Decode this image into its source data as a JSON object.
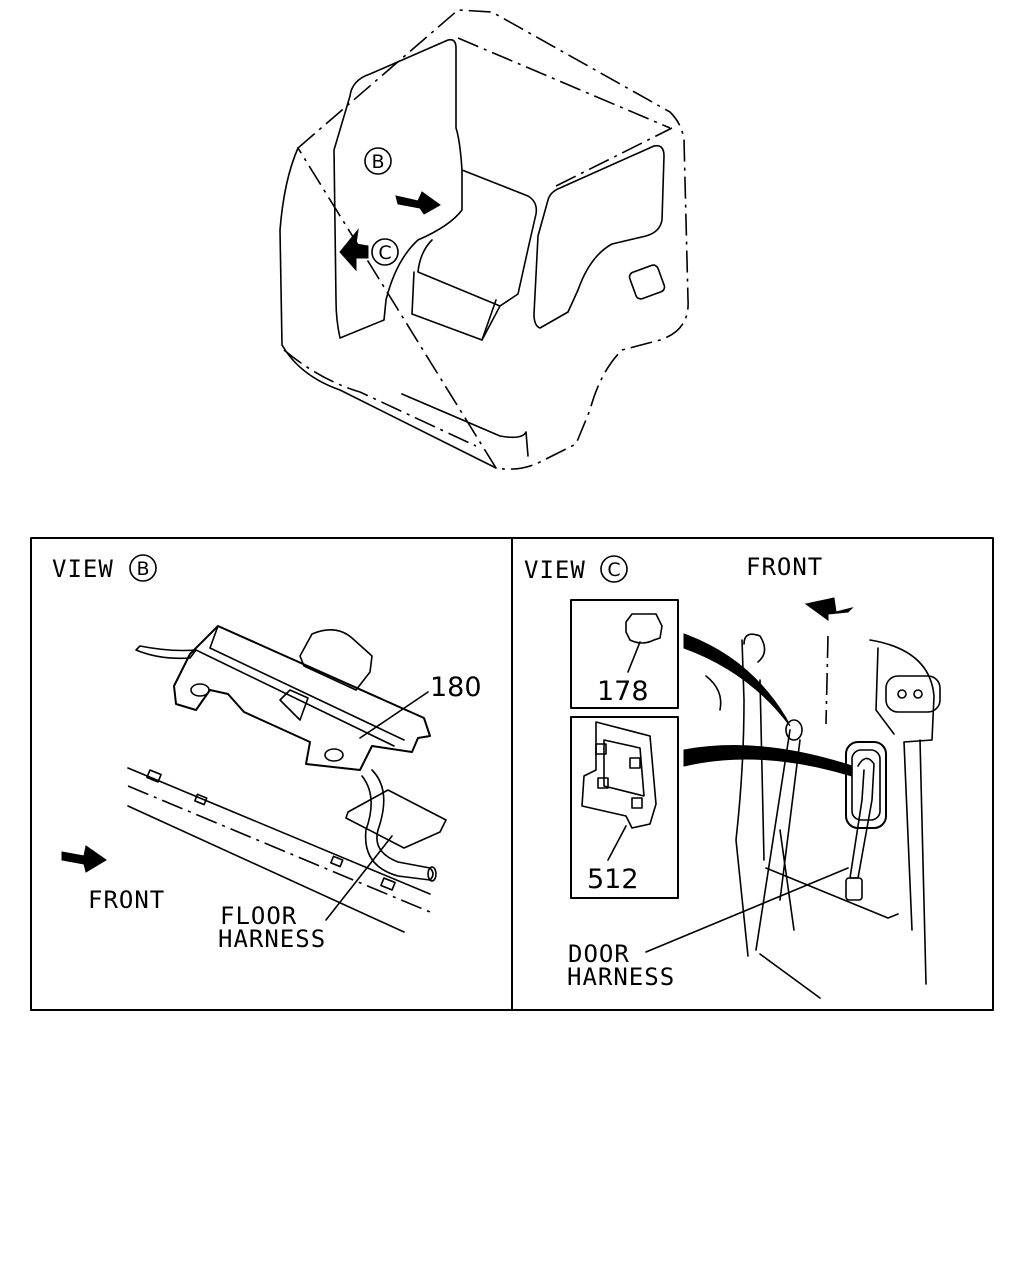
{
  "overview": {
    "callout_b": "B",
    "callout_c": "C"
  },
  "view_b": {
    "title": "VIEW",
    "callout": "B",
    "part_number": "180",
    "front_label": "FRONT",
    "harness_label_line1": "FLOOR",
    "harness_label_line2": "HARNESS"
  },
  "view_c": {
    "title": "VIEW",
    "callout": "C",
    "front_label": "FRONT",
    "part_number_upper": "178",
    "part_number_lower": "512",
    "harness_label_line1": "DOOR",
    "harness_label_line2": "HARNESS"
  }
}
